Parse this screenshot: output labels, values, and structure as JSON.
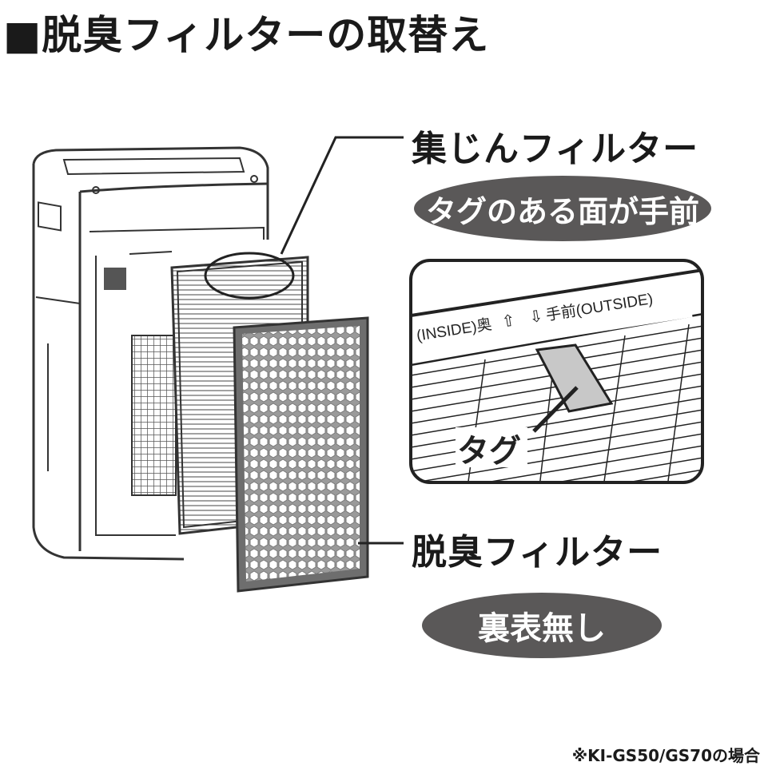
{
  "title": "■脱臭フィルターの取替え",
  "dust_filter": {
    "label": "集じんフィルター",
    "note": "タグのある面が手前"
  },
  "inset": {
    "inside_label": "(INSIDE)奥",
    "outside_label": "手前(OUTSIDE)",
    "tag_label": "タグ"
  },
  "deodorizing_filter": {
    "label": "脱臭フィルター",
    "note": "裏表無し"
  },
  "footnote": "※KI-GS50/GS70の場合",
  "colors": {
    "pill": "#5a5858",
    "tag": "#c8c8c8",
    "filter_gray": "#8a8a8a"
  }
}
